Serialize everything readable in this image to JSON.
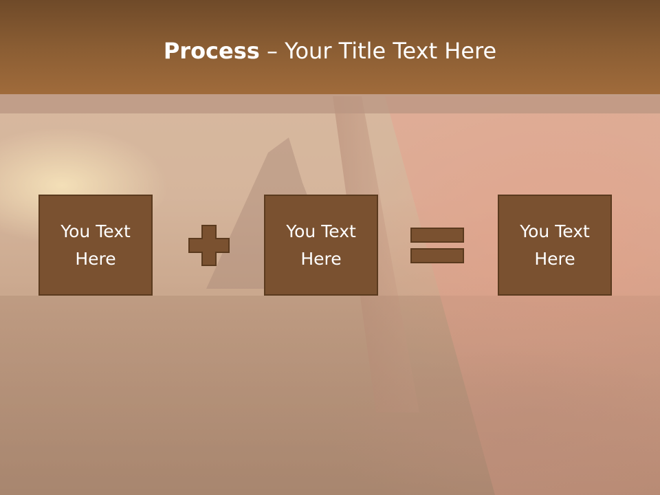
{
  "title": {
    "bold": "Process",
    "dash": " – ",
    "rest": "Your Title Text Here"
  },
  "process": {
    "step1": "You Text Here",
    "operator1": "plus-icon",
    "step2": "You Text Here",
    "operator2": "equals-icon",
    "step3": "You Text Here"
  },
  "colors": {
    "header": "#8a5d33",
    "box_fill": "#7a5130",
    "box_border": "#5a3a1e",
    "operator_fill": "#7a5130",
    "text": "#ffffff"
  }
}
